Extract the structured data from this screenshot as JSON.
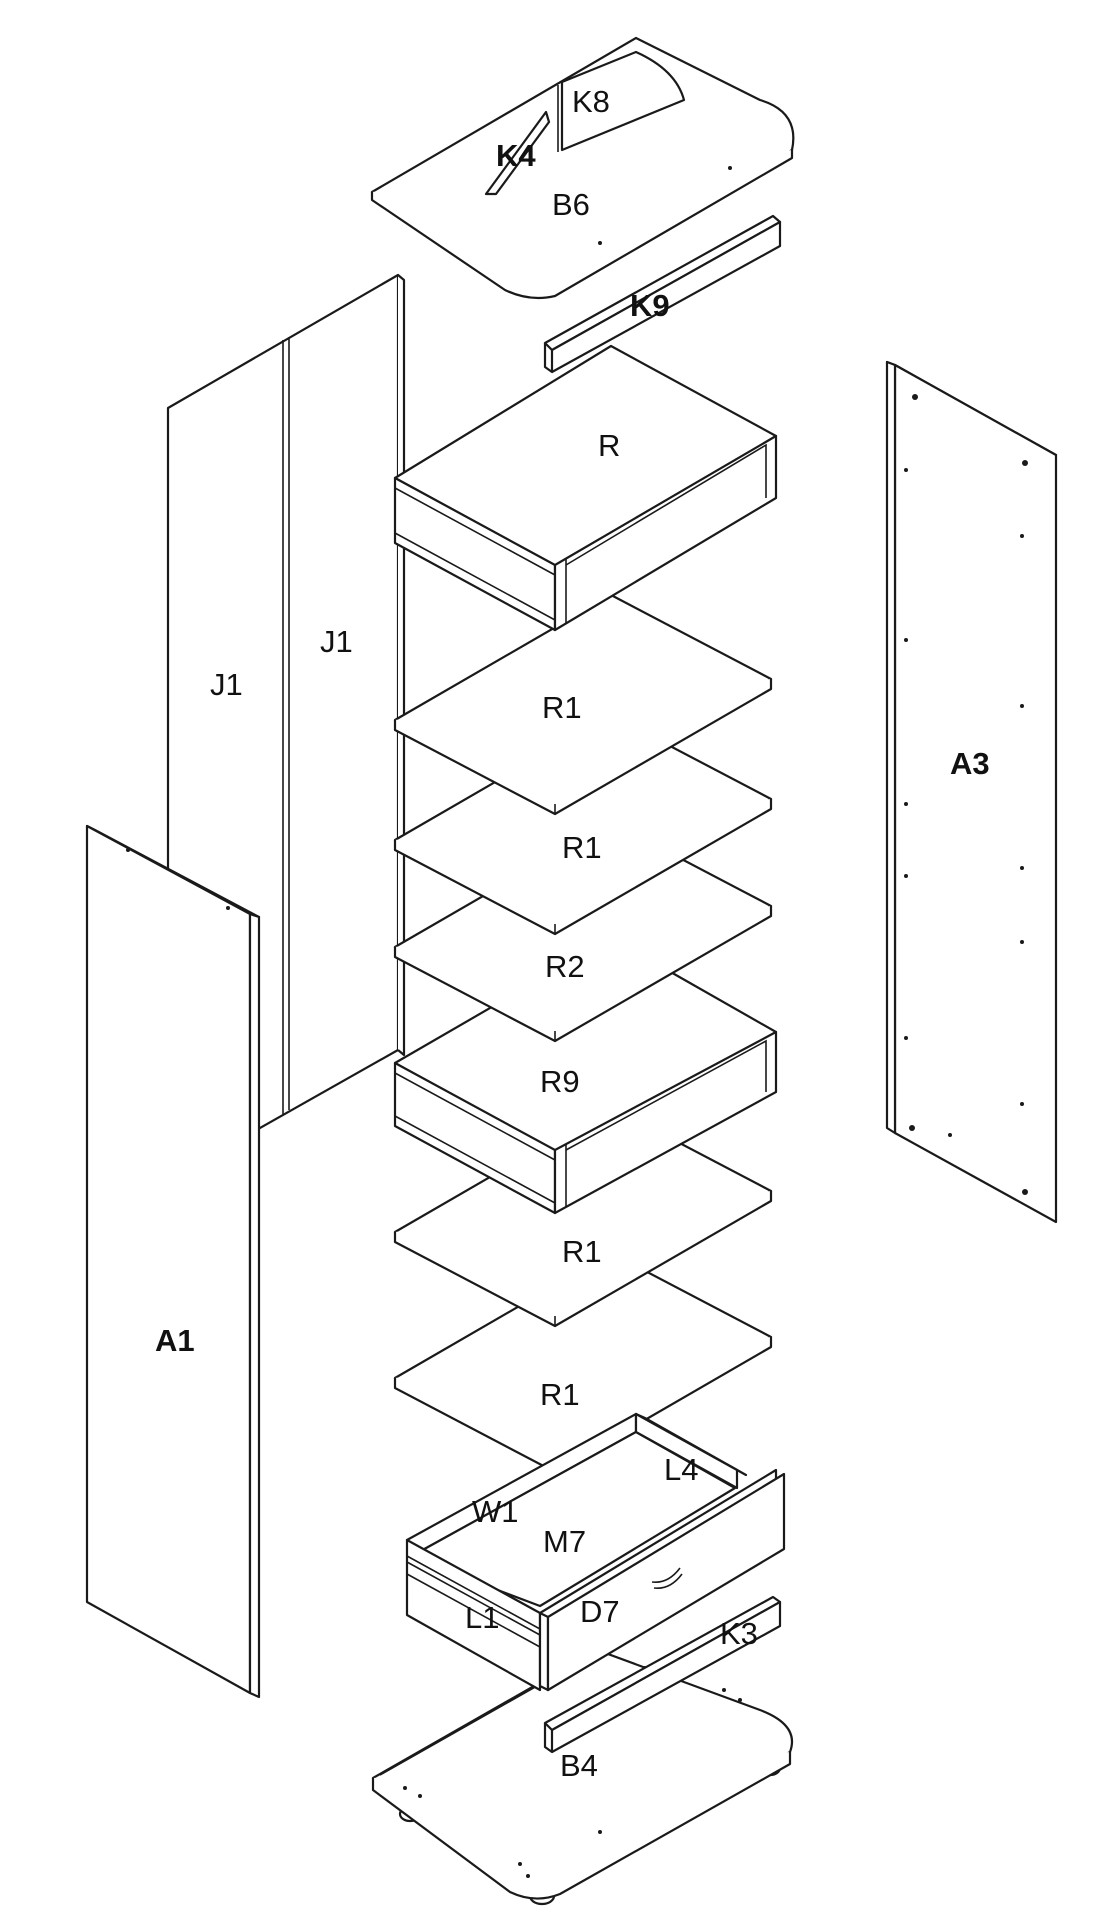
{
  "labels": {
    "b6": "B6",
    "k8": "K8",
    "k4": "K4",
    "k9": "K9",
    "r_top": "R",
    "j1_left": "J1",
    "j1_right": "J1",
    "a3": "A3",
    "r1_a": "R1",
    "r1_b": "R1",
    "r2": "R2",
    "r9": "R9",
    "r1_c": "R1",
    "r1_d": "R1",
    "a1": "A1",
    "l4": "L4",
    "w1": "W1",
    "m7": "M7",
    "l1": "L1",
    "d7": "D7",
    "k3": "K3",
    "b4": "B4"
  }
}
